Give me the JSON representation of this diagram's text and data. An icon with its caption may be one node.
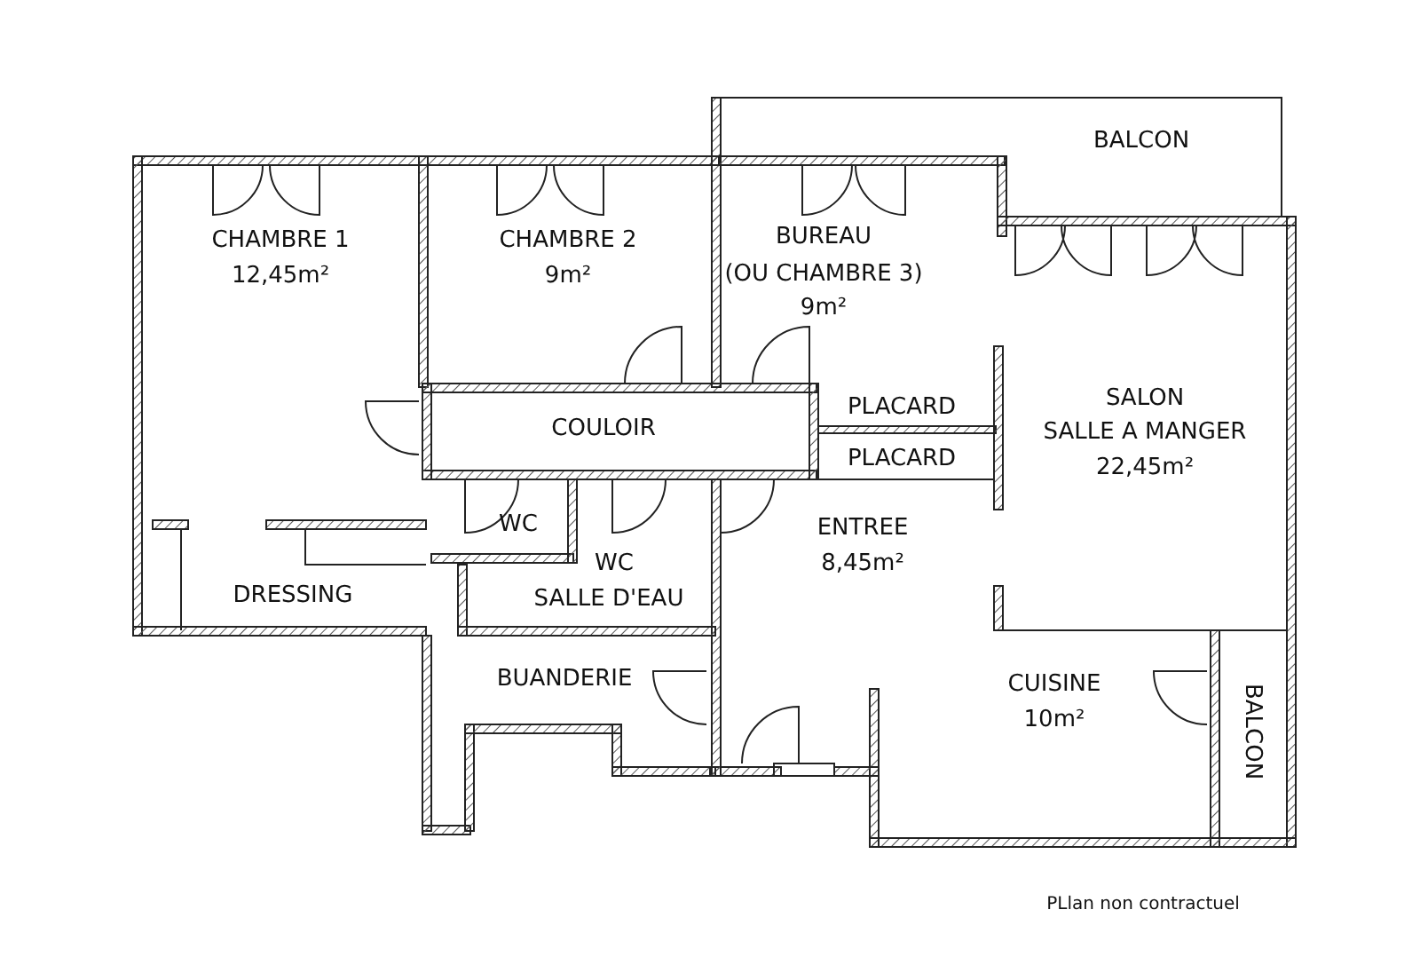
{
  "diagram": {
    "labels": [
      "BALCON",
      "CHAMBRE 1",
      "12,45m²",
      "CHAMBRE 2",
      "9m²",
      "BUREAU",
      "(OU CHAMBRE 3)",
      "9m²",
      "COULOIR",
      "PLACARD",
      "SALON",
      "SALLE A MANGER",
      "22,45m²",
      "PLACARD",
      "WC",
      "ENTREE",
      "8,45m²",
      "WC",
      "SALLE D'EAU",
      "DRESSING",
      "BUANDERIE",
      "CUISINE",
      "10m²",
      "BALCON",
      "PLlan non contractuel"
    ]
  }
}
